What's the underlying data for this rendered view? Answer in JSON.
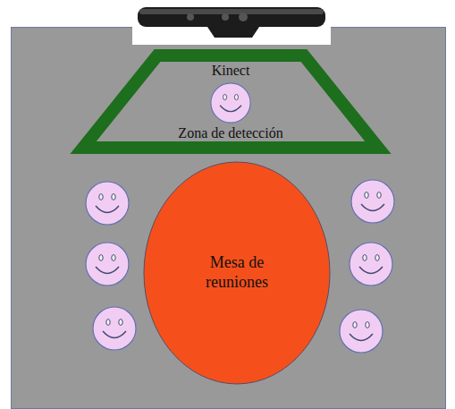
{
  "diagram": {
    "nodes": [
      {
        "text": [
          "Kinect",
          "Zona de detección"
        ]
      },
      {
        "text": [
          "Mesa de reuniones"
        ]
      }
    ]
  }
}
